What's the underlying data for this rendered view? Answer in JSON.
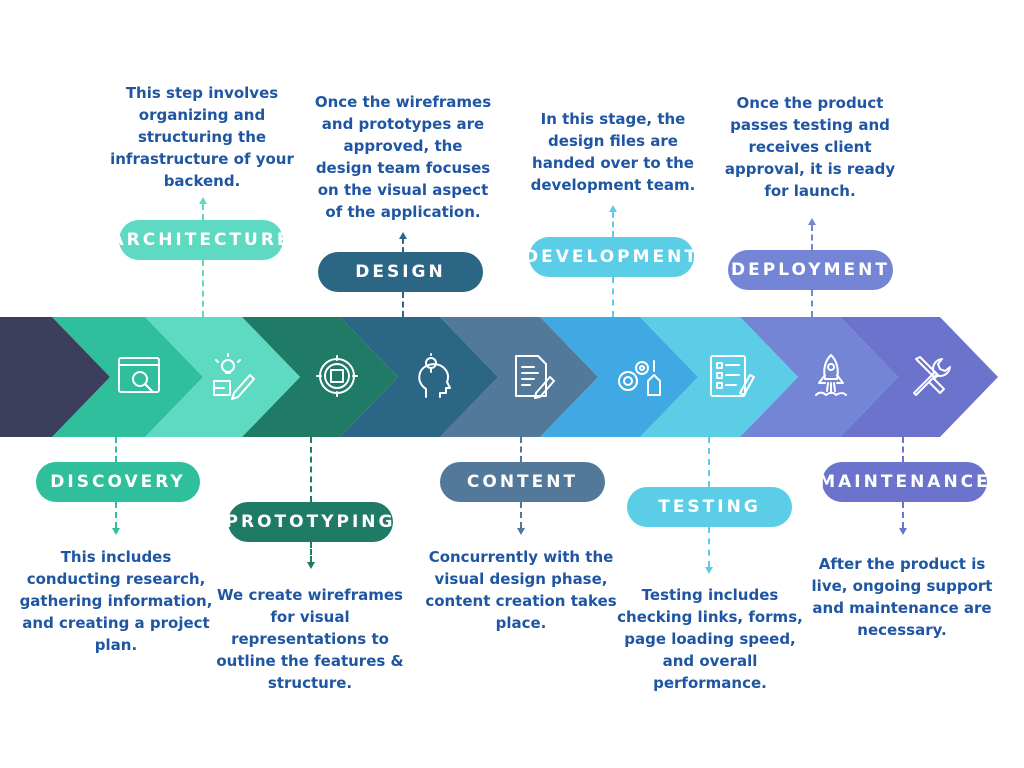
{
  "colors": {
    "lead": "#3c3f5c",
    "discovery": "#2fbf9c",
    "architecture": "#5ed9c2",
    "prototyping": "#1f7a66",
    "design": "#2b6785",
    "content": "#52789a",
    "development": "#40a8e2",
    "testing": "#5ccde6",
    "deployment": "#7485d6",
    "maintenance": "#6b73cc",
    "text": "#1f56a3"
  },
  "stages": [
    {
      "id": "discovery",
      "label": "DISCOVERY",
      "description": "This includes conducting research, gathering information, and creating a project plan.",
      "icon": "browser-search-icon"
    },
    {
      "id": "architecture",
      "label": "ARCHITECTURE",
      "description": "This step involves organizing and structuring the infrastructure of your backend.",
      "icon": "idea-pencil-icon"
    },
    {
      "id": "prototyping",
      "label": "PROTOTYPING",
      "description": "We create wireframes for visual representations to outline the features & structure.",
      "icon": "gear-cube-icon"
    },
    {
      "id": "design",
      "label": "DESIGN",
      "description": "Once the wireframes and prototypes are approved, the design team focuses on the visual aspect of the application.",
      "icon": "head-lightbulb-icon"
    },
    {
      "id": "content",
      "label": "CONTENT",
      "description": "Concurrently with the visual design phase, content creation takes place.",
      "icon": "document-pen-icon"
    },
    {
      "id": "development",
      "label": "DEVELOPMENT",
      "description": "In this stage, the design files are handed over to the development team.",
      "icon": "gears-tools-icon"
    },
    {
      "id": "testing",
      "label": "TESTING",
      "description": "Testing includes checking links, forms, page loading speed, and overall performance.",
      "icon": "checklist-icon"
    },
    {
      "id": "deployment",
      "label": "DEPLOYMENT",
      "description": "Once the product passes testing and receives client approval, it is ready for launch.",
      "icon": "rocket-icon"
    },
    {
      "id": "maintenance",
      "label": "MAINTENANCE",
      "description": "After the product is live, ongoing support and maintenance are necessary.",
      "icon": "wrench-screwdriver-icon"
    }
  ]
}
